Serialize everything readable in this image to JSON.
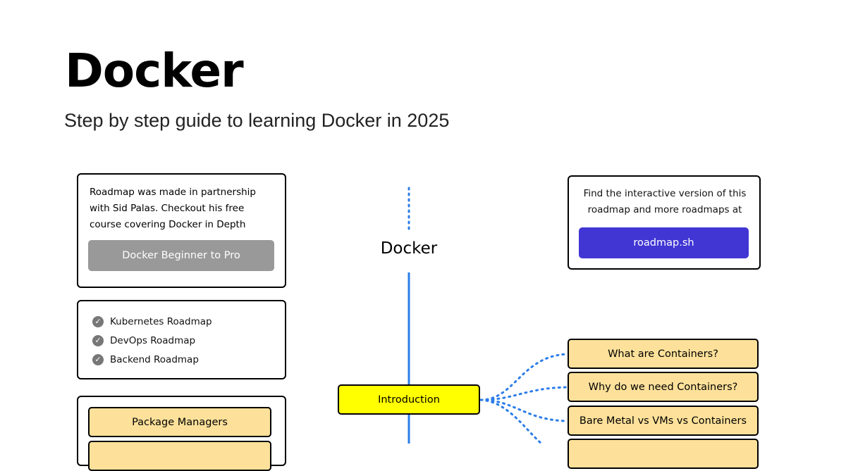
{
  "header": {
    "title": "Docker",
    "subtitle": "Step by step guide to learning Docker in 2025"
  },
  "partner_card": {
    "text": "Roadmap was made in partnership with Sid Palas. Checkout his free course covering Docker in Depth",
    "button_label": "Docker Beginner to Pro"
  },
  "related_card": {
    "items": [
      {
        "label": "Kubernetes Roadmap"
      },
      {
        "label": "DevOps Roadmap"
      },
      {
        "label": "Backend Roadmap"
      }
    ]
  },
  "interactive_card": {
    "text": "Find the interactive version of this roadmap and more roadmaps at",
    "button_label": "roadmap.sh"
  },
  "diagram": {
    "title": "Docker",
    "main_node": "Introduction",
    "side_topics": [
      "Package Managers"
    ],
    "subtopics": [
      "What are Containers?",
      "Why do we need Containers?",
      "Bare Metal vs VMs vs Containers"
    ]
  },
  "colors": {
    "accent_blue": "#4136d4",
    "connector_blue": "#2b7de9",
    "node_yellow": "#ffff00",
    "subtopic_fill": "#fde19a",
    "button_gray": "#999999"
  }
}
